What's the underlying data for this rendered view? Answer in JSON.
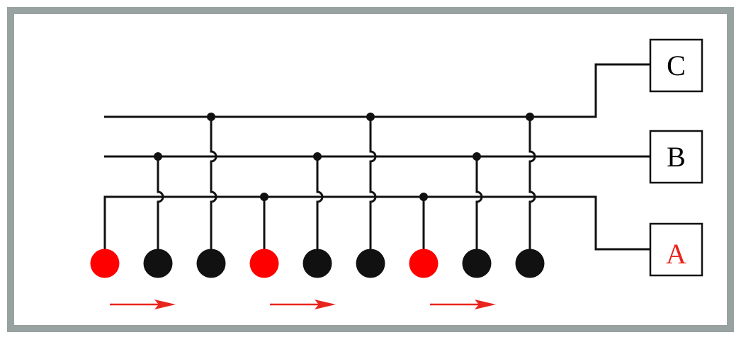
{
  "terminals": [
    {
      "id": "C",
      "label": "C",
      "color": "#000000"
    },
    {
      "id": "B",
      "label": "B",
      "color": "#000000"
    },
    {
      "id": "A",
      "label": "A",
      "color": "#e8241c"
    }
  ],
  "phases": [
    "A",
    "B",
    "C",
    "A",
    "B",
    "C",
    "A",
    "B",
    "C"
  ],
  "phase_colors": {
    "A": "#ff0000",
    "B": "#111111",
    "C": "#111111"
  },
  "arrow_count": 3,
  "colors": {
    "frame": "#98a2a0",
    "wire": "#111111",
    "arrow": "#e8241c",
    "background": "#ffffff"
  }
}
